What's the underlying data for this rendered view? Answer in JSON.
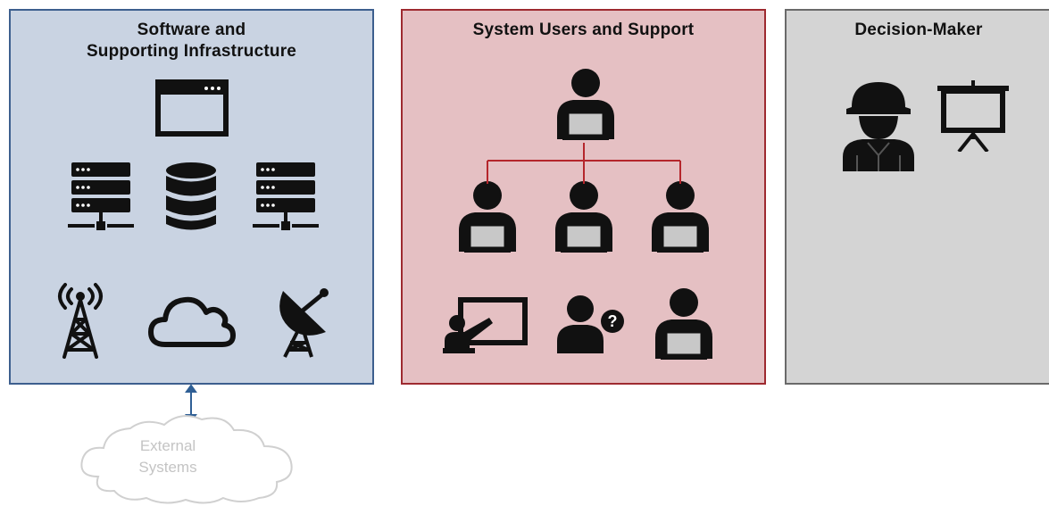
{
  "panels": {
    "software": {
      "title": "Software and\nSupporting Infrastructure",
      "border_color": "#3d5f8e",
      "fill_color": "#c9d3e2",
      "icons": [
        "browser-window-icon",
        "server-rack-icon",
        "database-icon",
        "server-rack-icon",
        "radio-tower-icon",
        "cloud-icon",
        "satellite-dish-icon"
      ]
    },
    "users": {
      "title": "System Users and Support",
      "border_color": "#9e2a30",
      "fill_color": "#e5c0c3",
      "icons": [
        "laptop-user-icon",
        "laptop-user-icon",
        "laptop-user-icon",
        "laptop-user-icon",
        "presenter-icon",
        "help-user-icon",
        "laptop-user-icon"
      ]
    },
    "decision": {
      "title": "Decision-Maker",
      "border_color": "#6a6a6a",
      "fill_color": "#d4d4d4",
      "icons": [
        "soldier-icon",
        "presentation-board-icon"
      ]
    }
  },
  "external": {
    "label": "External\nSystems",
    "connector": "bidirectional-arrow"
  }
}
